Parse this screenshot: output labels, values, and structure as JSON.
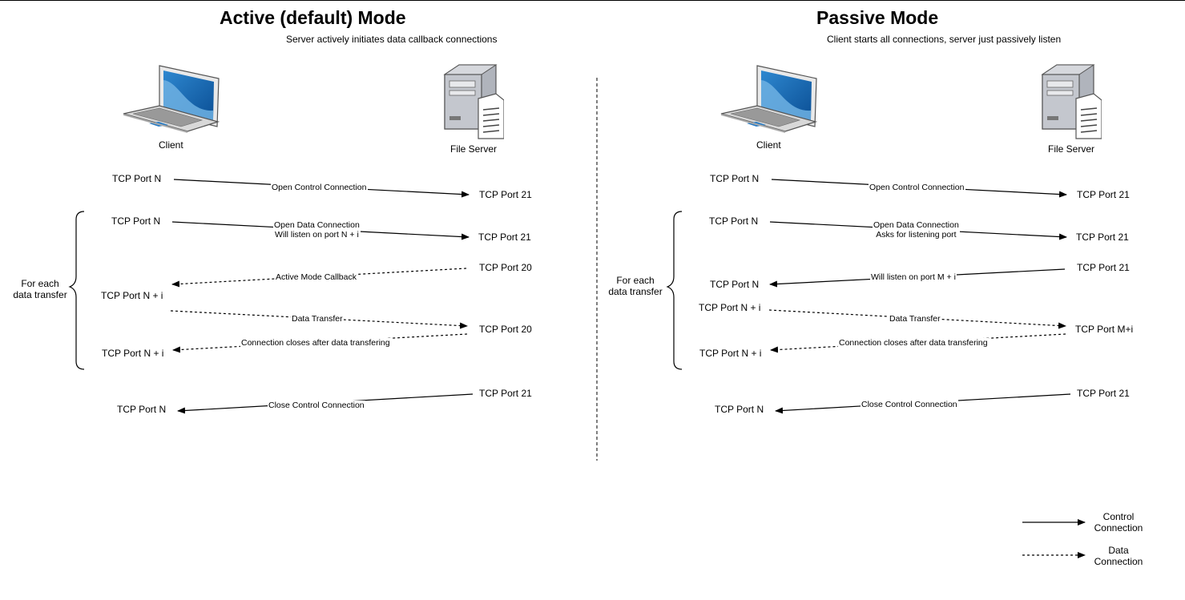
{
  "active": {
    "title": "Active (default) Mode",
    "subtitle": "Server actively initiates data callback connections",
    "client": "Client",
    "server": "File Server",
    "for_each": [
      "For each",
      "data transfer"
    ],
    "ports": {
      "c1": "TCP Port N",
      "s1": "TCP Port 21",
      "c2": "TCP Port N",
      "s2": "TCP Port 21",
      "s3": "TCP Port 20",
      "c3": "TCP Port N + i",
      "s4": "TCP Port 20",
      "c4": "TCP Port N + i",
      "s5": "TCP Port 21",
      "c5": "TCP Port N"
    },
    "labels": {
      "open_control": "Open Control Connection",
      "open_data": [
        "Open Data Connection",
        "Will listen on port N + i"
      ],
      "callback": "Active Mode Callback",
      "transfer": "Data Transfer",
      "closes": "Connection closes after data transfering",
      "close_control": "Close Control Connection"
    }
  },
  "passive": {
    "title": "Passive Mode",
    "subtitle": "Client starts all connections, server just passively listen",
    "client": "Client",
    "server": "File Server",
    "for_each": [
      "For each",
      "data transfer"
    ],
    "ports": {
      "c1": "TCP Port N",
      "s1": "TCP Port 21",
      "c2": "TCP Port N",
      "s2": "TCP Port 21",
      "s3": "TCP Port 21",
      "c3": "TCP Port N",
      "c4": "TCP Port N + i",
      "s4": "TCP Port M+i",
      "c5": "TCP Port N + i",
      "s6": "TCP Port 21",
      "c6": "TCP Port N"
    },
    "labels": {
      "open_control": "Open Control Connection",
      "open_data": [
        "Open Data Connection",
        "Asks for listening port"
      ],
      "will_listen": "Will listen on port M + i",
      "transfer": "Data Transfer",
      "closes": "Connection closes after data transfering",
      "close_control": "Close Control Connection"
    }
  },
  "legend": {
    "control": [
      "Control",
      "Connection"
    ],
    "data": [
      "Data",
      "Connection"
    ]
  },
  "icons": {
    "client": "laptop-icon",
    "server": "file-server-icon"
  }
}
